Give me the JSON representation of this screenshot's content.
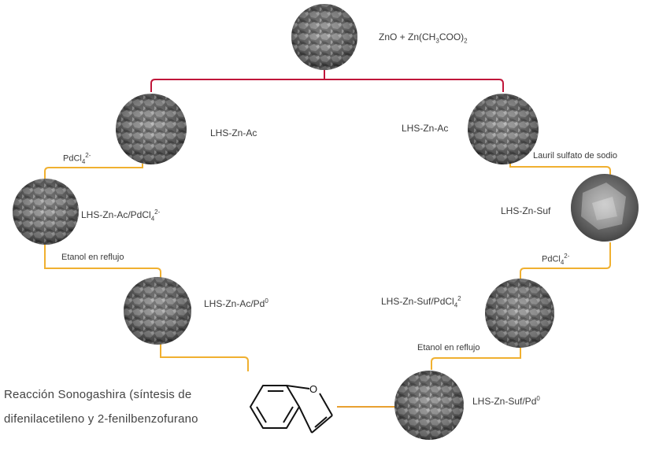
{
  "nodes": {
    "start": {
      "label_main": "ZnO + Zn(CH",
      "label_sub1": "3",
      "label_mid": "COO)",
      "label_sub2": "2"
    },
    "left_ac": {
      "label": "LHS-Zn-Ac"
    },
    "right_ac": {
      "label": "LHS-Zn-Ac"
    },
    "left_pdcl": {
      "label_main": "LHS-Zn-Ac/PdCl",
      "label_sub": "4",
      "label_sup": "2-"
    },
    "right_suf": {
      "label": "LHS-Zn-Suf"
    },
    "left_pd0": {
      "label_main": "LHS-Zn-Ac/Pd",
      "label_sup": "0"
    },
    "right_pdcl": {
      "label_main": "LHS-Zn-Suf/PdCl",
      "label_sub": "4",
      "label_sup": "2"
    },
    "right_pd0": {
      "label_main": "LHS-Zn-Suf/Pd",
      "label_sup": "0"
    }
  },
  "edges": {
    "left_pdcl4": {
      "main": "PdCl",
      "sub": "4",
      "sup": "2-"
    },
    "right_lauril": {
      "text": "Lauril sulfato de sodio"
    },
    "left_etanol": {
      "text": "Etanol en reflujo"
    },
    "right_pdcl4": {
      "main": "PdCl",
      "sub": "4",
      "sup": "2-"
    },
    "right_etanol": {
      "text": "Etanol en reflujo"
    }
  },
  "reaction": {
    "line1": "Reacción  Sonogashira (síntesis de",
    "line2": "difenilacetileno y 2-fenilbenzofurano",
    "oxygen": "O"
  },
  "colors": {
    "top_connector": "#c0163a",
    "side_connector": "#f0b030",
    "bottom_connector": "#e8a030"
  }
}
